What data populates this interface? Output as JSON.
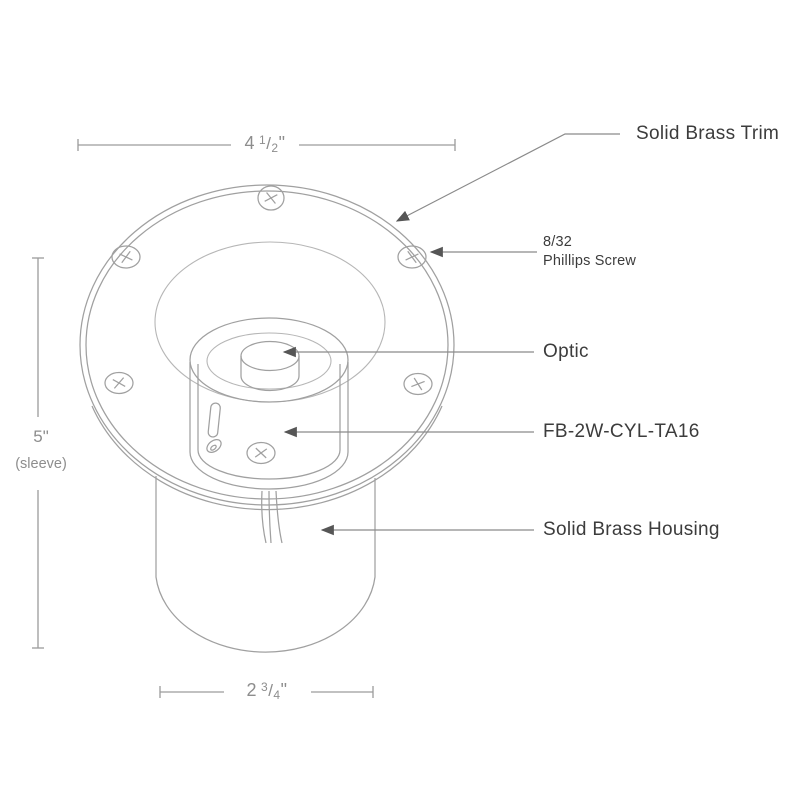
{
  "title": "In-ground brass light fixture spec diagram",
  "labels": {
    "trim": "Solid Brass Trim",
    "screw_line1": "8/32",
    "screw_line2": "Phillips Screw",
    "optic": "Optic",
    "model": "FB-2W-CYL-TA16",
    "housing": "Solid Brass Housing"
  },
  "dimensions": {
    "top": {
      "whole": "4",
      "numerator": "1",
      "denominator": "2",
      "unit": "\""
    },
    "bottom": {
      "whole": "2",
      "numerator": "3",
      "denominator": "4",
      "unit": "\""
    },
    "side": {
      "value": "5\"",
      "note": "(sleeve)"
    }
  },
  "glyphs": {
    "fraction_slash": "/"
  },
  "colors": {
    "background": "#ffffff",
    "drawing_line": "#a0a0a0",
    "drawing_line_light": "#b6b6b6",
    "leader_line": "#8a8a8a",
    "dim_line": "#9c9c9c",
    "arrowhead": "#565656",
    "label_text": "#3c3c3c",
    "dim_text": "#8d8d8d"
  }
}
